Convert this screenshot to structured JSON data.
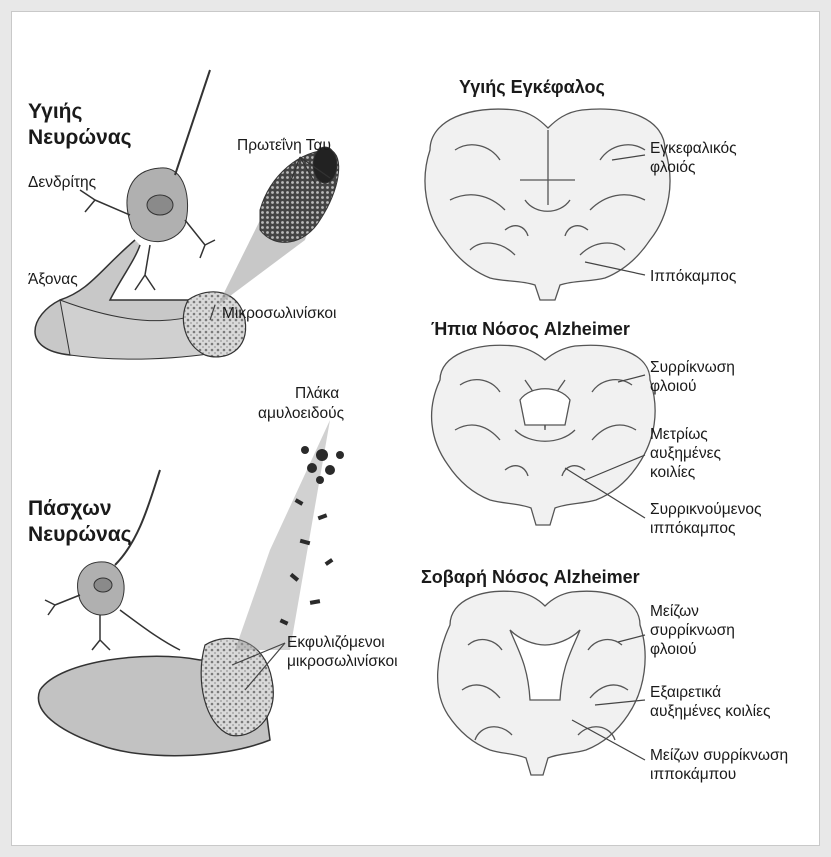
{
  "neurons": {
    "healthy_title_1": "Υγιής",
    "healthy_title_2": "Νευρώνας",
    "diseased_title_1": "Πάσχων",
    "diseased_title_2": "Νευρώνας",
    "dendrite": "Δενδρίτης",
    "axon": "Άξονας",
    "tau": "Πρωτεΐνη Ταυ",
    "microtubules": "Μικροσωλινίσκοι",
    "plaque_1": "Πλάκα",
    "plaque_2": "αμυλοειδούς",
    "disintegrating_1": "Εκφυλιζόμενοι",
    "disintegrating_2": "μικροσωλινίσκοι"
  },
  "brains": {
    "healthy": {
      "title": "Υγιής Εγκέφαλος",
      "cortex_1": "Εγκεφαλικός",
      "cortex_2": "φλοιός",
      "hippocampus": "Ιππόκαμπος"
    },
    "mild": {
      "title": "Ήπια Νόσος Alzheimer",
      "shrink_1": "Συρρίκνωση",
      "shrink_2": "φλοιού",
      "vent_1": "Μετρίως",
      "vent_2": "αυξημένες",
      "vent_3": "κοιλίες",
      "hippo_1": "Συρρικνούμενος",
      "hippo_2": "ιππόκαμπος"
    },
    "severe": {
      "title": "Σοβαρή Νόσος Alzheimer",
      "shrink_1": "Μείζων",
      "shrink_2": "συρρίκνωση",
      "shrink_3": "φλοιού",
      "vent_1": "Εξαιρετικά",
      "vent_2": "αυξημένες κοιλίες",
      "hippo_1": "Μείζων συρρίκνωση",
      "hippo_2": "ιπποκάμπου"
    }
  }
}
